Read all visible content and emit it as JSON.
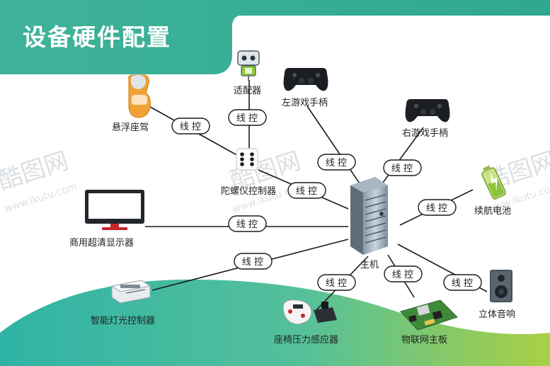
{
  "title": "设备硬件配置",
  "watermark": {
    "brand": "酷图网",
    "url": "www.ikutu.com"
  },
  "colors": {
    "banner_teal": "#3fb39a",
    "bottom_teal": "#2fb3a6",
    "bottom_green": "#9ccc3a",
    "line": "#1a1a1a"
  },
  "link_label": "线 控",
  "nodes": {
    "host": "主机",
    "adapter": "适配器",
    "left_gamepad": "左游戏手柄",
    "right_gamepad": "右游戏手柄",
    "hover_seat": "悬浮座驾",
    "gyro_controller": "陀螺仪控制器",
    "battery": "续航电池",
    "display": "商用超清显示器",
    "speaker": "立体音响",
    "light_controller": "智能灯光控制器",
    "seat_sensor": "座椅压力感应器",
    "iot_board": "物联网主板"
  }
}
